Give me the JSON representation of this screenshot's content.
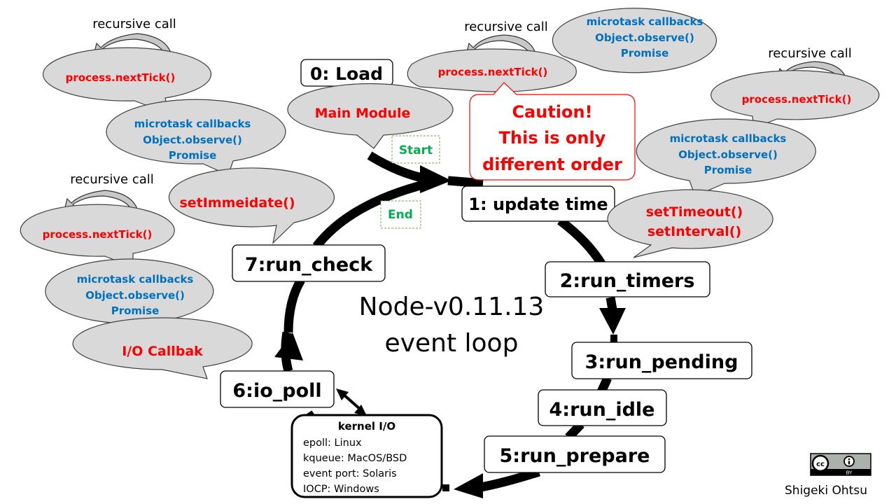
{
  "title": {
    "line1": "Node-v0.11.13",
    "line2": "event loop"
  },
  "load": {
    "label": "0: Load",
    "bubble": "Main Module"
  },
  "start_label": "Start",
  "end_label": "End",
  "caution": {
    "line1": "Caution!",
    "line2": "This is only",
    "line3": "different order",
    "color": "#ff0000"
  },
  "steps": [
    {
      "label": "1: update time"
    },
    {
      "label": "2:run_timers"
    },
    {
      "label": "3:run_pending"
    },
    {
      "label": "4:run_idle"
    },
    {
      "label": "5:run_prepare"
    },
    {
      "label": "6:io_poll"
    },
    {
      "label": "7:run_check"
    }
  ],
  "kernel": {
    "title": "kernel I/O",
    "lines": [
      "epoll: Linux",
      "kqueue: MacOS/BSD",
      "event port: Solaris",
      "IOCP: Windows"
    ]
  },
  "recursive_label": "recursive call",
  "nexttick": "process.nextTick()",
  "microtask": {
    "line1": "microtask callbacks",
    "line2": "Object.observe()",
    "line3": "Promise"
  },
  "callbacks": {
    "check": "setImmeidate()",
    "timers_line1": "setTimeout()",
    "timers_line2": "setInterval()",
    "io": "I/O Callbak"
  },
  "license": {
    "cc": "cc",
    "by": "BY",
    "author": "Shigeki Ohtsu"
  },
  "colors": {
    "callback_red": "#ff0000",
    "microtask_blue": "#0070c0",
    "start_end_green": "#00b050",
    "bubble_gray": "#d9d9d9"
  }
}
